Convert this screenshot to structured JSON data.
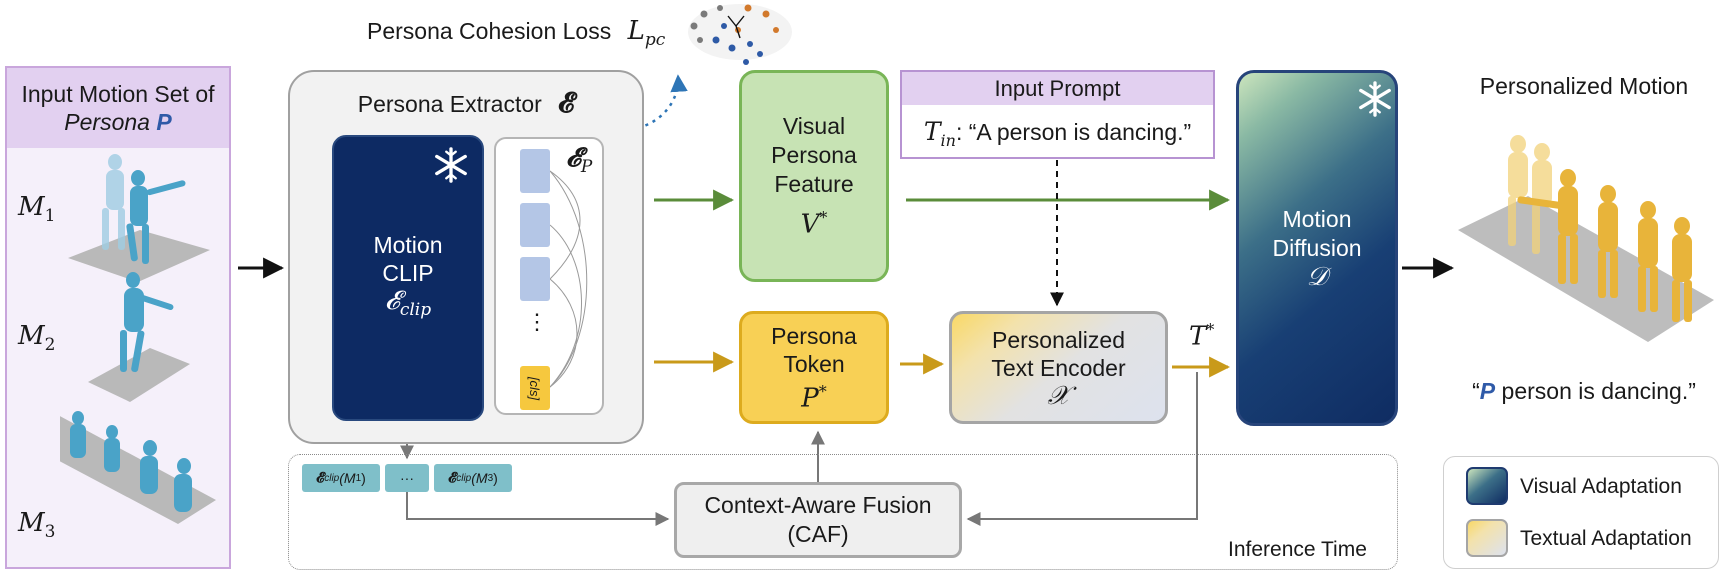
{
  "loss": {
    "label": "Persona Cohesion Loss",
    "symbol": "L",
    "symbol_sub": "pc"
  },
  "input_set": {
    "line1": "Input Motion Set of",
    "line2_italic": "Persona",
    "line2_bold": "P",
    "motions": [
      {
        "symbol": "M",
        "sub": "1"
      },
      {
        "symbol": "M",
        "sub": "2"
      },
      {
        "symbol": "M",
        "sub": "3"
      }
    ]
  },
  "extractor": {
    "title": "Persona Extractor",
    "symbol": "𝓔",
    "clip": {
      "line1": "Motion",
      "line2": "CLIP",
      "symbol": "𝓔",
      "sub": "clip"
    },
    "persona_encoder": {
      "symbol": "𝓔",
      "sub": "P",
      "ellipsis": "⋮",
      "cls": "[cls]"
    }
  },
  "visual_feature": {
    "line1": "Visual",
    "line2": "Persona",
    "line3": "Feature",
    "symbol": "V",
    "sup": "*"
  },
  "persona_token": {
    "line1": "Persona",
    "line2": "Token",
    "symbol": "P",
    "sup": "*"
  },
  "input_prompt": {
    "header": "Input Prompt",
    "symbol": "T",
    "sub": "in",
    "text": ": “A person is dancing.”"
  },
  "text_encoder": {
    "line1": "Personalized",
    "line2": "Text Encoder",
    "symbol": "𝒳"
  },
  "t_star": {
    "symbol": "T",
    "sup": "*"
  },
  "diffusion": {
    "line1": "Motion",
    "line2": "Diffusion",
    "symbol": "𝒟"
  },
  "output": {
    "title": "Personalized Motion",
    "caption_open": "“",
    "caption_bold": "P",
    "caption_rest": " person is dancing.”"
  },
  "clip_chips": [
    {
      "symbol": "𝓔",
      "sub": "clip",
      "arg": " (M",
      "arg_sub": "1",
      "close": ")"
    },
    {
      "text": "···"
    },
    {
      "symbol": "𝓔",
      "sub": "clip",
      "arg": " (M",
      "arg_sub": "3",
      "close": ")"
    }
  ],
  "caf": {
    "line1": "Context-Aware Fusion",
    "line2": "(CAF)"
  },
  "inference_label": "Inference Time",
  "legend": {
    "visual": "Visual Adaptation",
    "textual": "Textual Adaptation"
  },
  "colors": {
    "visual_arrow": "#5a8c3a",
    "textual_arrow": "#c99a1a",
    "persona_blue": "#2f5aa8",
    "mesh_blue": "#4aa3c8",
    "mesh_gold": "#e8b43a"
  }
}
